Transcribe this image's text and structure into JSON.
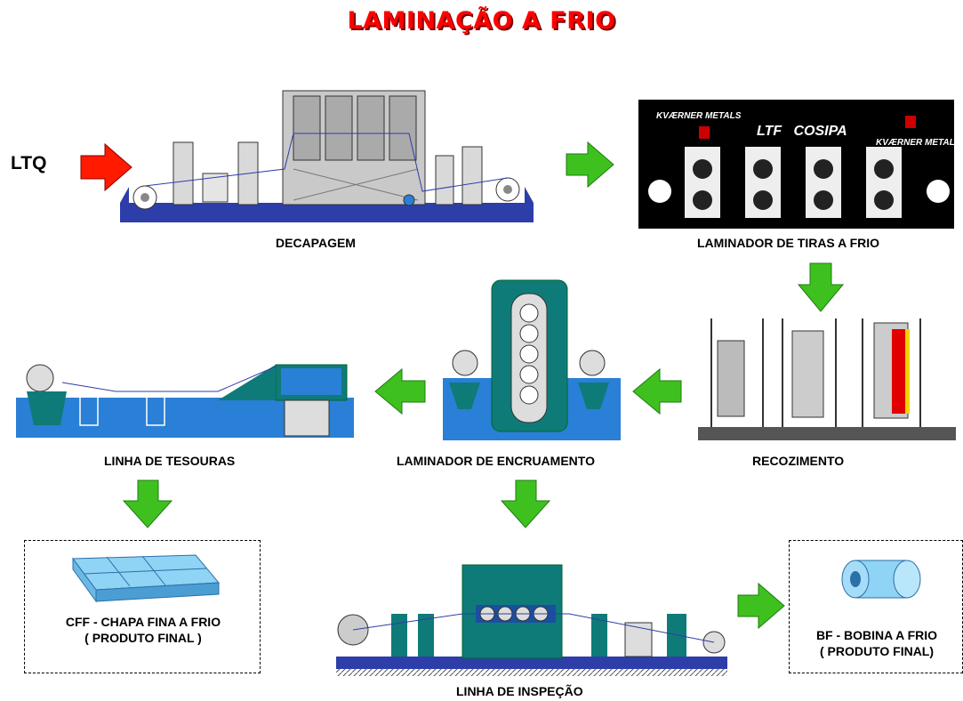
{
  "title": "LAMINAÇÃO A FRIO",
  "input_label": "LTQ",
  "stages": {
    "decapagem": "DECAPAGEM",
    "laminador_tiras": "LAMINADOR DE TIRAS A FRIO",
    "recozimento": "RECOZIMENTO",
    "laminador_encruamento": "LAMINADOR DE ENCRUAMENTO",
    "linha_tesouras": "LINHA DE TESOURAS",
    "linha_inspecao": "LINHA DE INSPEÇÃO"
  },
  "ltf_panel": {
    "brand": "KVÆRNER METALS",
    "brand_right": "KVÆRNER METALS",
    "center": "LTF   COSIPA"
  },
  "products": {
    "cff_line1": "CFF - CHAPA FINA A FRIO",
    "cff_line2": "( PRODUTO FINAL )",
    "bf_line1": "BF - BOBINA A FRIO",
    "bf_line2": "( PRODUTO FINAL)"
  },
  "colors": {
    "title": "#ff0000",
    "flow_arrow": "#3ec11f",
    "input_arrow": "#ff1a00",
    "machine_base": "#2d3ea8",
    "pit": "#2a7fd6",
    "teal": "#0f7b78"
  }
}
